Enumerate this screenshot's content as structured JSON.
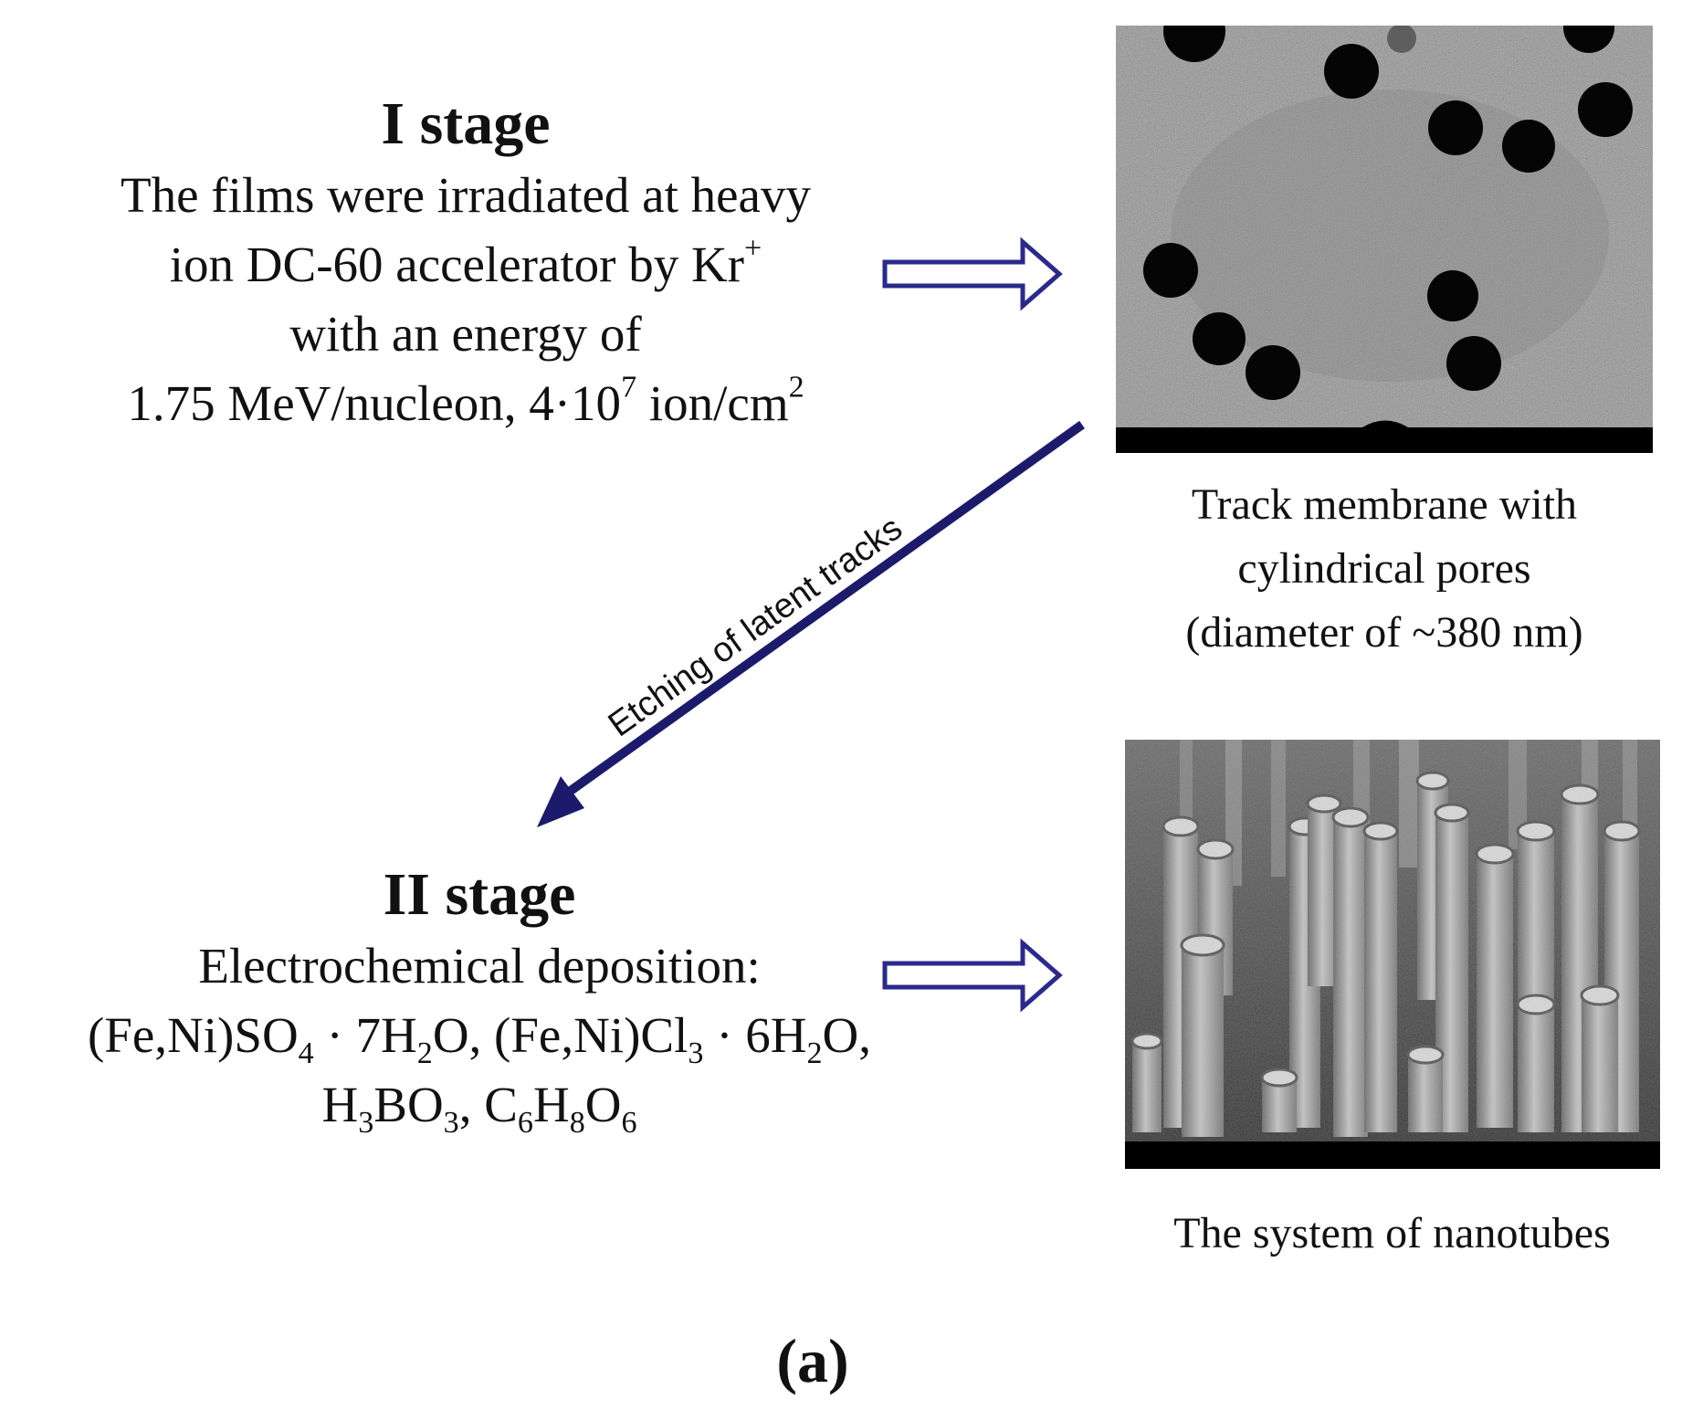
{
  "stage1": {
    "title": "I stage",
    "line1": "The films were irradiated at heavy",
    "line2_text": "ion DC-60 accelerator by  Kr",
    "line2_sup": "+",
    "line3": "with an energy of",
    "line4_a": "1.75 MeV/nucleon, 4·10",
    "line4_sup1": "7",
    "line4_b": " ion/cm",
    "line4_sup2": "2"
  },
  "stage2": {
    "title": "II stage",
    "line1": "Electrochemical deposition:",
    "f1": "(Fe,Ni)SO",
    "f1_sub": "4",
    "f2": " · 7H",
    "f2_sub": "2",
    "f3": "O, (Fe,Ni)Cl",
    "f3_sub": "3",
    "f4": " · 6H",
    "f4_sub": "2",
    "f5": "O,",
    "g1": "H",
    "g1_sub": "3",
    "g2": "BO",
    "g2_sub": "3",
    "g3": ", C",
    "g3_sub": "6",
    "g4": "H",
    "g4_sub": "8",
    "g5": "O",
    "g5_sub": "6"
  },
  "diagonal_arrow_label": "Etching of latent tracks",
  "caption_top": {
    "line1": "Track membrane with",
    "line2": "cylindrical  pores",
    "line3": "(diameter of ~380 nm)"
  },
  "caption_bottom": "The system of nanotubes",
  "panel_label": "(a)",
  "colors": {
    "arrow_navy": "#1c1b6b",
    "arrow_outline": "#2a2a8c",
    "sem_gray": "#8e8e8e",
    "sem_scale_bar": "#000000"
  }
}
